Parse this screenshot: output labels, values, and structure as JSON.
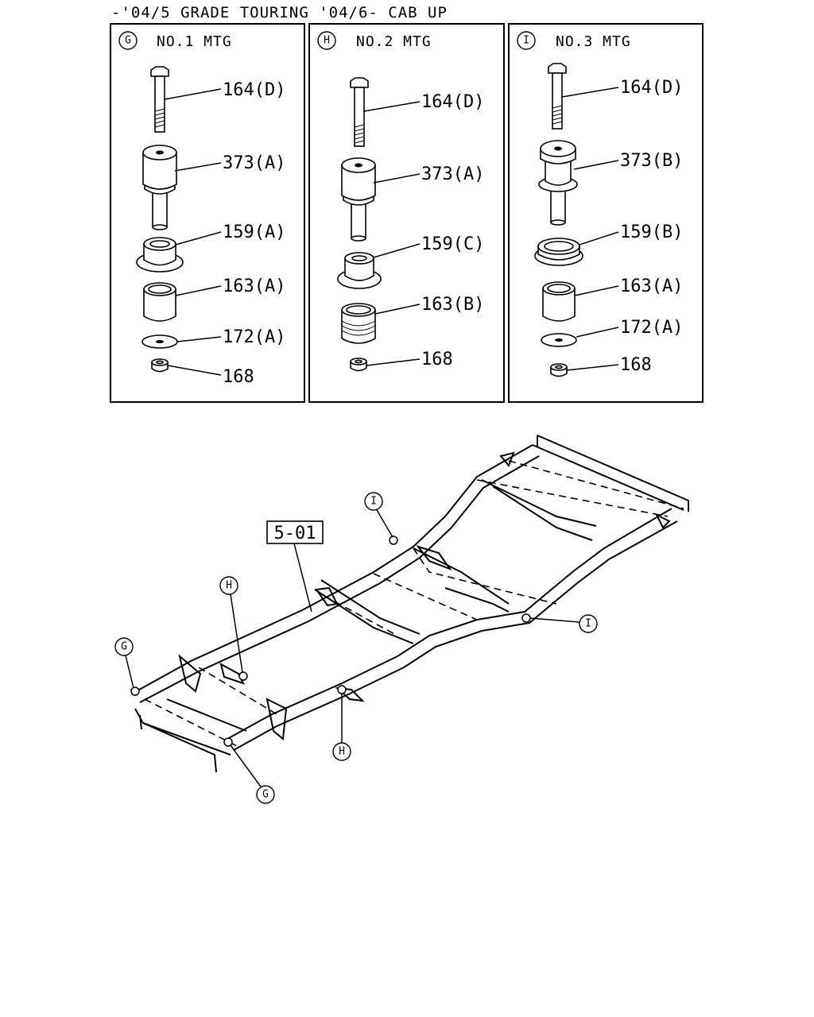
{
  "title": "-'04/5 GRADE TOURING '04/6- CAB UP",
  "panels": [
    {
      "circle": "G",
      "title": "NO.1 MTG",
      "parts": [
        {
          "label": "164(D)",
          "shape": "bolt"
        },
        {
          "label": "373(A)",
          "shape": "upper-cushion"
        },
        {
          "label": "159(A)",
          "shape": "lower-cushion-flange"
        },
        {
          "label": "163(A)",
          "shape": "spacer"
        },
        {
          "label": "172(A)",
          "shape": "washer"
        },
        {
          "label": "168",
          "shape": "nut"
        }
      ]
    },
    {
      "circle": "H",
      "title": "NO.2 MTG",
      "parts": [
        {
          "label": "164(D)",
          "shape": "bolt"
        },
        {
          "label": "373(A)",
          "shape": "upper-cushion"
        },
        {
          "label": "159(C)",
          "shape": "lower-cushion-small"
        },
        {
          "label": "163(B)",
          "shape": "ribbed-spacer"
        },
        {
          "label": "168",
          "shape": "nut"
        }
      ]
    },
    {
      "circle": "I",
      "title": "NO.3 MTG",
      "parts": [
        {
          "label": "164(D)",
          "shape": "bolt"
        },
        {
          "label": "373(B)",
          "shape": "upper-cushion-wide"
        },
        {
          "label": "159(B)",
          "shape": "lower-cushion-flange"
        },
        {
          "label": "163(A)",
          "shape": "spacer"
        },
        {
          "label": "172(A)",
          "shape": "washer"
        },
        {
          "label": "168",
          "shape": "nut"
        }
      ]
    }
  ],
  "frame": {
    "ref_box": "5-01",
    "callouts": [
      "G",
      "G",
      "H",
      "H",
      "I",
      "I"
    ]
  }
}
